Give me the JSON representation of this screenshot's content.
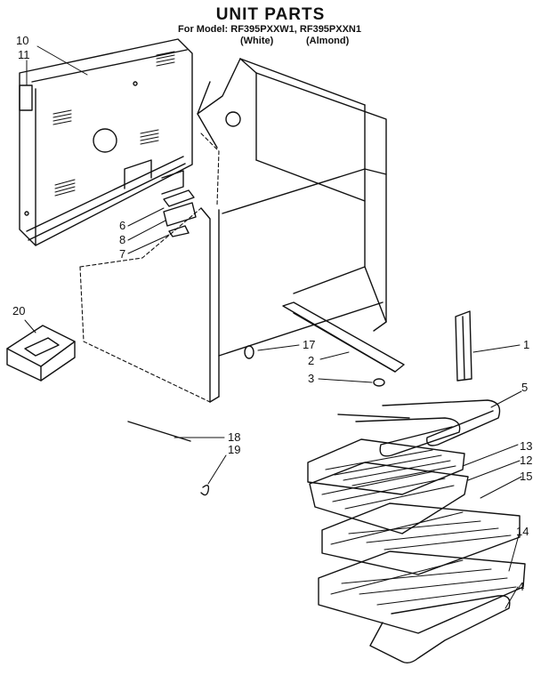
{
  "header": {
    "title": "UNIT PARTS",
    "model_line": "For Model: RF395PXXW1, RF395PXXN1",
    "variant_white": "(White)",
    "variant_almond": "(Almond)"
  },
  "callouts": [
    {
      "id": "c10",
      "label": "10"
    },
    {
      "id": "c11",
      "label": "11"
    },
    {
      "id": "c6",
      "label": "6"
    },
    {
      "id": "c8",
      "label": "8"
    },
    {
      "id": "c7",
      "label": "7"
    },
    {
      "id": "c20",
      "label": "20"
    },
    {
      "id": "c17",
      "label": "17"
    },
    {
      "id": "c2",
      "label": "2"
    },
    {
      "id": "c3",
      "label": "3"
    },
    {
      "id": "c1",
      "label": "1"
    },
    {
      "id": "c5",
      "label": "5"
    },
    {
      "id": "c18",
      "label": "18"
    },
    {
      "id": "c19",
      "label": "19"
    },
    {
      "id": "c13",
      "label": "13"
    },
    {
      "id": "c12",
      "label": "12"
    },
    {
      "id": "c15",
      "label": "15"
    },
    {
      "id": "c14",
      "label": "14"
    },
    {
      "id": "c4",
      "label": "4"
    }
  ]
}
